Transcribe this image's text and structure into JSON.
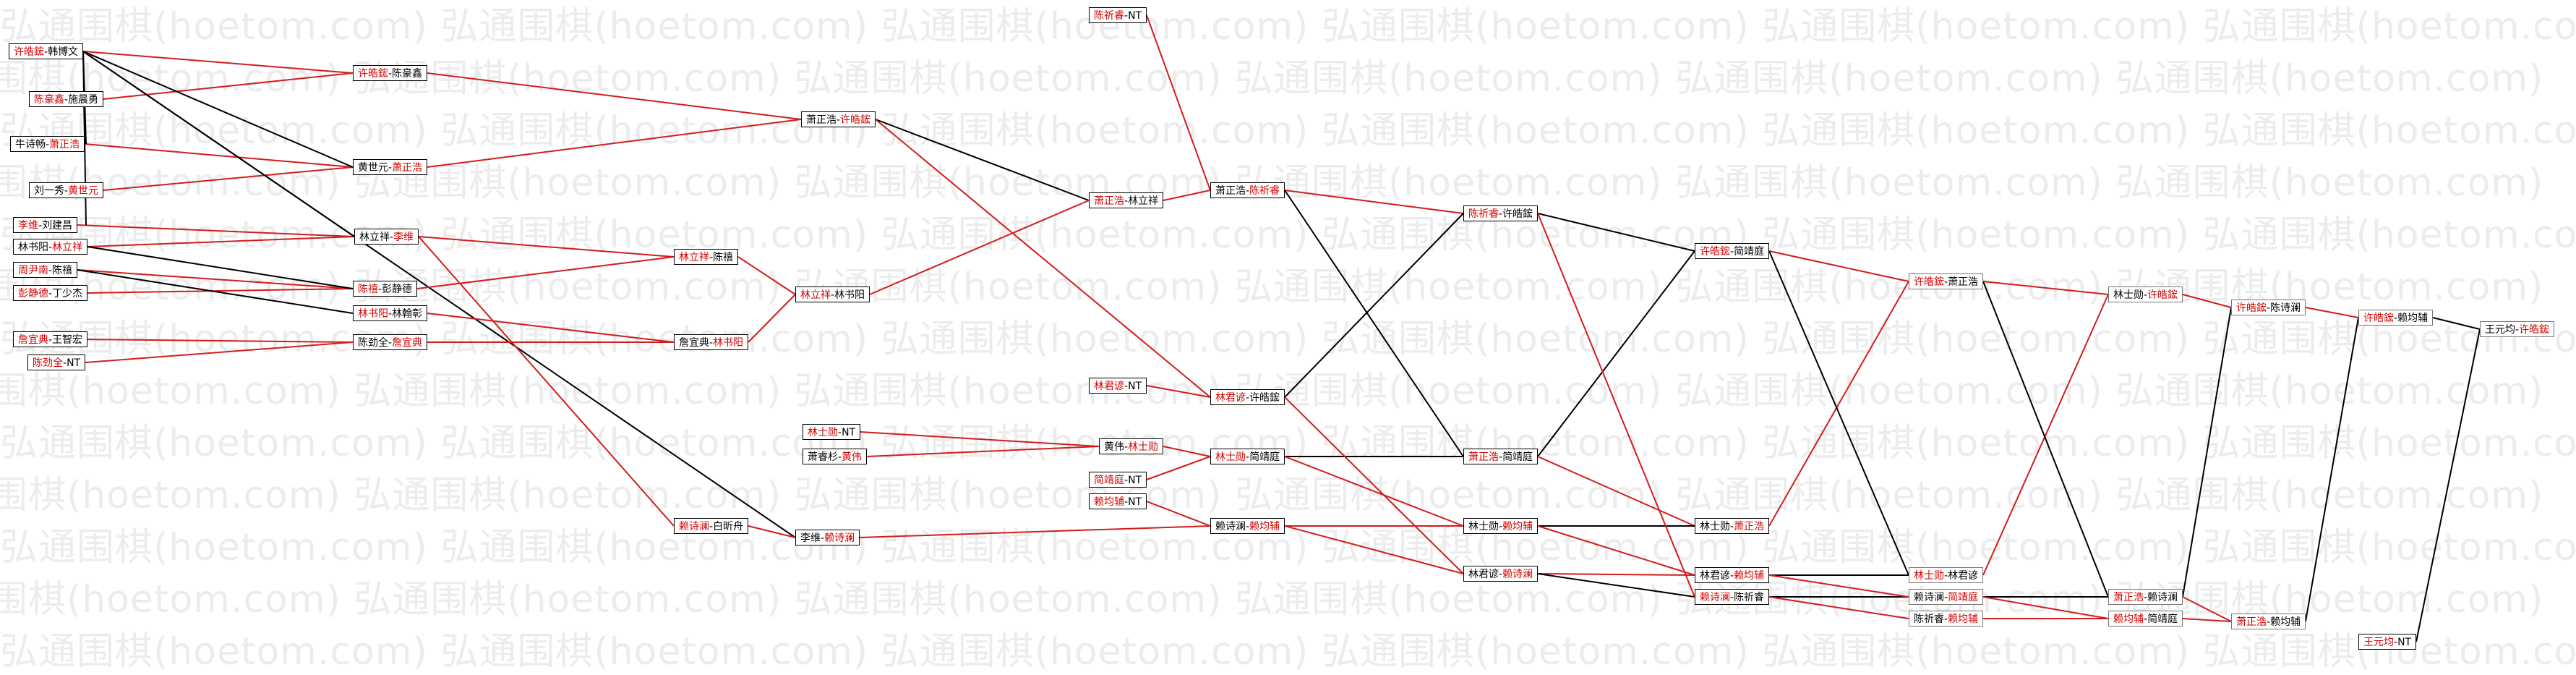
{
  "colors": {
    "winner": "#d40000",
    "loser": "#000000",
    "line_red": "#d41c1c",
    "line_black": "#000000",
    "watermark": "#ececec"
  },
  "watermark_text": "弘通围棋(hoetom.com)",
  "matches": [
    {
      "id": "r1a",
      "p1": "许皓鋐",
      "p2": "韩博文",
      "w": 1
    },
    {
      "id": "r1b",
      "p1": "陈豪鑫",
      "p2": "施晨勇",
      "w": 1
    },
    {
      "id": "r1c",
      "p1": "牛诗畅",
      "p2": "萧正浩",
      "w": 2
    },
    {
      "id": "r1d",
      "p1": "刘一秀",
      "p2": "黄世元",
      "w": 2
    },
    {
      "id": "r1e",
      "p1": "李维",
      "p2": "刘建昌",
      "w": 1
    },
    {
      "id": "r1f",
      "p1": "林书阳",
      "p2": "林立祥",
      "w": 2
    },
    {
      "id": "r1g",
      "p1": "周尹南",
      "p2": "陈禧",
      "w": 1
    },
    {
      "id": "r1h",
      "p1": "彭静德",
      "p2": "丁少杰",
      "w": 1
    },
    {
      "id": "r1i",
      "p1": "詹宜典",
      "p2": "王智宏",
      "w": 1
    },
    {
      "id": "r1j",
      "p1": "陈劲全",
      "p2": "NT",
      "w": 1
    },
    {
      "id": "r2a",
      "p1": "许皓鋐",
      "p2": "陈豪鑫",
      "w": 1
    },
    {
      "id": "r2b",
      "p1": "黄世元",
      "p2": "萧正浩",
      "w": 2
    },
    {
      "id": "r2c",
      "p1": "林立祥",
      "p2": "李维",
      "w": 2
    },
    {
      "id": "r2d",
      "p1": "陈禧",
      "p2": "彭静德",
      "w": 1
    },
    {
      "id": "r2e",
      "p1": "林书阳",
      "p2": "林翰彰",
      "w": 1
    },
    {
      "id": "r2f",
      "p1": "陈劲全",
      "p2": "詹宜典",
      "w": 2
    },
    {
      "id": "r3a",
      "p1": "萧正浩",
      "p2": "许皓鋐",
      "w": 2
    },
    {
      "id": "r3b",
      "p1": "林立祥",
      "p2": "陈禧",
      "w": 1
    },
    {
      "id": "r3c",
      "p1": "詹宜典",
      "p2": "林书阳",
      "w": 2
    },
    {
      "id": "r3d",
      "p1": "林士勋",
      "p2": "NT",
      "w": 1
    },
    {
      "id": "r3e",
      "p1": "萧睿杉",
      "p2": "黄伟",
      "w": 2
    },
    {
      "id": "r3f",
      "p1": "赖诗澜",
      "p2": "白昕舟",
      "w": 1
    },
    {
      "id": "r4a",
      "p1": "林立祥",
      "p2": "林书阳",
      "w": 1
    },
    {
      "id": "r4b",
      "p1": "李维",
      "p2": "赖诗澜",
      "w": 2
    },
    {
      "id": "r4c",
      "p1": "黄伟",
      "p2": "林士勋",
      "w": 2
    },
    {
      "id": "r5x",
      "p1": "陈祈睿",
      "p2": "NT",
      "w": 1
    },
    {
      "id": "r5a",
      "p1": "萧正浩",
      "p2": "林立祥",
      "w": 1
    },
    {
      "id": "r5b",
      "p1": "林君谚",
      "p2": "NT",
      "w": 1
    },
    {
      "id": "r5c",
      "p1": "简靖庭",
      "p2": "NT",
      "w": 1
    },
    {
      "id": "r5d",
      "p1": "赖均辅",
      "p2": "NT",
      "w": 1
    },
    {
      "id": "r6a",
      "p1": "萧正浩",
      "p2": "陈祈睿",
      "w": 2
    },
    {
      "id": "r6b",
      "p1": "林君谚",
      "p2": "许皓鋐",
      "w": 1
    },
    {
      "id": "r6c",
      "p1": "林士勋",
      "p2": "简靖庭",
      "w": 1
    },
    {
      "id": "r6d",
      "p1": "赖诗澜",
      "p2": "赖均辅",
      "w": 2
    },
    {
      "id": "r7a",
      "p1": "陈祈睿",
      "p2": "许皓鋐",
      "w": 1
    },
    {
      "id": "r7b",
      "p1": "萧正浩",
      "p2": "简靖庭",
      "w": 1
    },
    {
      "id": "r7c",
      "p1": "林士勋",
      "p2": "赖均辅",
      "w": 2
    },
    {
      "id": "r7d",
      "p1": "林君谚",
      "p2": "赖诗澜",
      "w": 2
    },
    {
      "id": "r8a",
      "p1": "许皓鋐",
      "p2": "简靖庭",
      "w": 1
    },
    {
      "id": "r8b",
      "p1": "林士勋",
      "p2": "萧正浩",
      "w": 2
    },
    {
      "id": "r8c",
      "p1": "林君谚",
      "p2": "赖均辅",
      "w": 2
    },
    {
      "id": "r8d",
      "p1": "赖诗澜",
      "p2": "陈祈睿",
      "w": 1
    },
    {
      "id": "r9a",
      "p1": "许皓鋐",
      "p2": "萧正浩",
      "w": 1
    },
    {
      "id": "r9b",
      "p1": "林士勋",
      "p2": "林君谚",
      "w": 1
    },
    {
      "id": "r9c",
      "p1": "赖诗澜",
      "p2": "简靖庭",
      "w": 2
    },
    {
      "id": "r9d",
      "p1": "陈祈睿",
      "p2": "赖均辅",
      "w": 2
    },
    {
      "id": "r10a",
      "p1": "林士勋",
      "p2": "许皓鋐",
      "w": 2
    },
    {
      "id": "r10b",
      "p1": "萧正浩",
      "p2": "赖诗澜",
      "w": 1
    },
    {
      "id": "r10c",
      "p1": "赖均辅",
      "p2": "简靖庭",
      "w": 1
    },
    {
      "id": "r11a",
      "p1": "许皓鋐",
      "p2": "陈诗澜",
      "w": 1
    },
    {
      "id": "r11b",
      "p1": "萧正浩",
      "p2": "赖均辅",
      "w": 1
    },
    {
      "id": "r12a",
      "p1": "许皓鋐",
      "p2": "赖均辅",
      "w": 1
    },
    {
      "id": "r12b",
      "p1": "王元均",
      "p2": "NT",
      "w": 1
    },
    {
      "id": "r13a",
      "p1": "王元均",
      "p2": "许皓鋐",
      "w": 2
    }
  ],
  "connections": [
    [
      "r1a",
      "r2a",
      "red"
    ],
    [
      "r1b",
      "r2a",
      "red"
    ],
    [
      "r1c",
      "r2b",
      "red"
    ],
    [
      "r1d",
      "r2b",
      "red"
    ],
    [
      "r1e",
      "r2c",
      "red"
    ],
    [
      "r1f",
      "r2c",
      "red"
    ],
    [
      "r1g",
      "r2d",
      "red"
    ],
    [
      "r1h",
      "r2d",
      "red"
    ],
    [
      "r1i",
      "r2f",
      "red"
    ],
    [
      "r1j",
      "r2f",
      "red"
    ],
    [
      "r1a",
      "r2c",
      "black"
    ],
    [
      "r1a",
      "r2b",
      "black"
    ],
    [
      "r1a",
      "r4b",
      "black"
    ],
    [
      "r1a",
      "r1e",
      "black"
    ],
    [
      "r1a",
      "r1c",
      "black"
    ],
    [
      "r1g",
      "r2e",
      "black"
    ],
    [
      "r1f",
      "r2d",
      "black"
    ],
    [
      "r2a",
      "r3a",
      "red"
    ],
    [
      "r2b",
      "r3a",
      "red"
    ],
    [
      "r2c",
      "r3b",
      "red"
    ],
    [
      "r2d",
      "r3b",
      "red"
    ],
    [
      "r2e",
      "r3c",
      "red"
    ],
    [
      "r2f",
      "r3c",
      "red"
    ],
    [
      "r2c",
      "r3f",
      "red"
    ],
    [
      "r3b",
      "r4a",
      "red"
    ],
    [
      "r3c",
      "r4a",
      "red"
    ],
    [
      "r3f",
      "r4b",
      "red"
    ],
    [
      "r3d",
      "r4c",
      "red"
    ],
    [
      "r3e",
      "r4c",
      "red"
    ],
    [
      "r3a",
      "r5a",
      "black"
    ],
    [
      "r4a",
      "r5a",
      "red"
    ],
    [
      "r3a",
      "r6b",
      "red"
    ],
    [
      "r5x",
      "r6a",
      "red"
    ],
    [
      "r5a",
      "r6a",
      "red"
    ],
    [
      "r5b",
      "r6b",
      "red"
    ],
    [
      "r4c",
      "r6c",
      "red"
    ],
    [
      "r5c",
      "r6c",
      "red"
    ],
    [
      "r4b",
      "r6d",
      "red"
    ],
    [
      "r5d",
      "r6d",
      "red"
    ],
    [
      "r6a",
      "r7a",
      "red"
    ],
    [
      "r6b",
      "r7a",
      "black"
    ],
    [
      "r6a",
      "r7b",
      "black"
    ],
    [
      "r6c",
      "r7b",
      "black"
    ],
    [
      "r6c",
      "r7c",
      "red"
    ],
    [
      "r6d",
      "r7c",
      "red"
    ],
    [
      "r6d",
      "r7d",
      "red"
    ],
    [
      "r6b",
      "r7d",
      "red"
    ],
    [
      "r7a",
      "r8a",
      "black"
    ],
    [
      "r7b",
      "r8a",
      "black"
    ],
    [
      "r7b",
      "r8b",
      "red"
    ],
    [
      "r7c",
      "r8b",
      "black"
    ],
    [
      "r7c",
      "r8c",
      "red"
    ],
    [
      "r7d",
      "r8c",
      "red"
    ],
    [
      "r7d",
      "r8d",
      "black"
    ],
    [
      "r7a",
      "r8d",
      "red"
    ],
    [
      "r8a",
      "r9a",
      "red"
    ],
    [
      "r8b",
      "r9a",
      "red"
    ],
    [
      "r8a",
      "r9b",
      "black"
    ],
    [
      "r8c",
      "r9b",
      "black"
    ],
    [
      "r8d",
      "r9c",
      "black"
    ],
    [
      "r8c",
      "r9c",
      "red"
    ],
    [
      "r8d",
      "r9d",
      "red"
    ],
    [
      "r9a",
      "r10a",
      "red"
    ],
    [
      "r9b",
      "r10a",
      "red"
    ],
    [
      "r9a",
      "r10b",
      "black"
    ],
    [
      "r9c",
      "r10b",
      "black"
    ],
    [
      "r9c",
      "r10c",
      "red"
    ],
    [
      "r9d",
      "r10c",
      "red"
    ],
    [
      "r10a",
      "r11a",
      "red"
    ],
    [
      "r10b",
      "r11a",
      "black"
    ],
    [
      "r10b",
      "r11b",
      "red"
    ],
    [
      "r10c",
      "r11b",
      "red"
    ],
    [
      "r11a",
      "r12a",
      "red"
    ],
    [
      "r11b",
      "r12a",
      "black"
    ],
    [
      "r12a",
      "r13a",
      "black"
    ],
    [
      "r12b",
      "r13a",
      "black"
    ]
  ]
}
